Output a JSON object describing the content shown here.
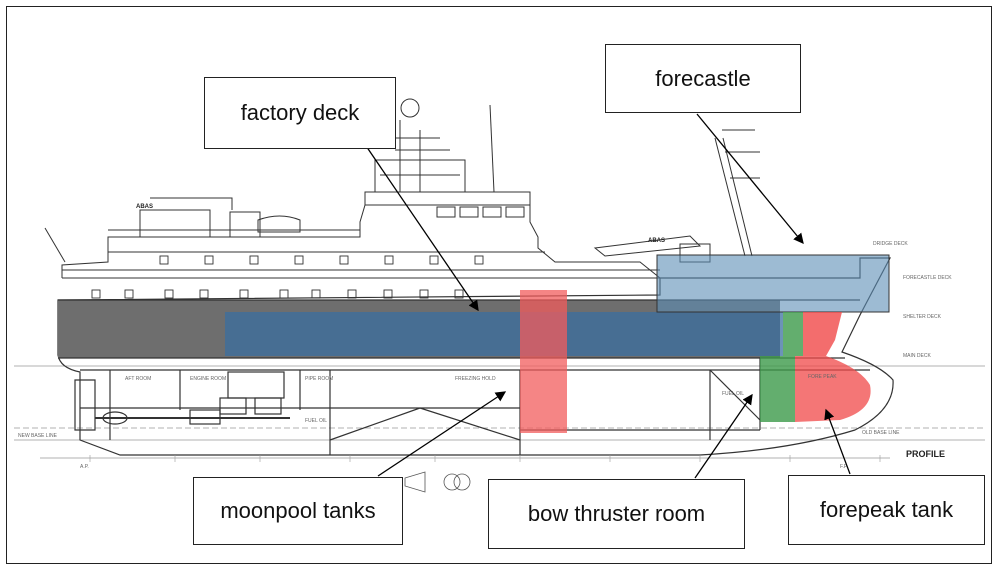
{
  "labels": {
    "factory_deck": "factory deck",
    "forecastle": "forecastle",
    "moonpool_tanks": "moonpool tanks",
    "bow_thruster_room": "bow thruster room",
    "forepeak_tank": "forepeak tank"
  },
  "drawing_text": {
    "profile": "PROFILE",
    "abas_1": "ABAS",
    "abas_2": "ABAS",
    "dridge_deck": "DRIDGE DECK",
    "forecastle_deck": "FORECASTLE DECK",
    "shelter_deck": "SHELTER DECK",
    "main_deck": "MAIN DECK",
    "aft_room": "AFT ROOM",
    "engine_room": "ENGINE ROOM",
    "pipe_room": "PIPE ROOM",
    "fish_hold": "FREEZING HOLD",
    "fuel_oil": "FUEL OIL",
    "fuel_oil_2": "FUEL OIL",
    "forepeak": "FORE PEAK",
    "base_line": "NEW BASE LINE",
    "old_base_line": "OLD BASE LINE",
    "aft_perp": "A.P.",
    "f_perp": "F.P."
  },
  "colors": {
    "factory_deck_fill": "#3b6fa0",
    "forecastle_fill": "#5b8db5",
    "moonpool_fill": "#f25c5c",
    "bow_thruster_fill": "#3c9a4a",
    "forepeak_fill": "#f04848",
    "hull_band": "#6e6e6e"
  }
}
